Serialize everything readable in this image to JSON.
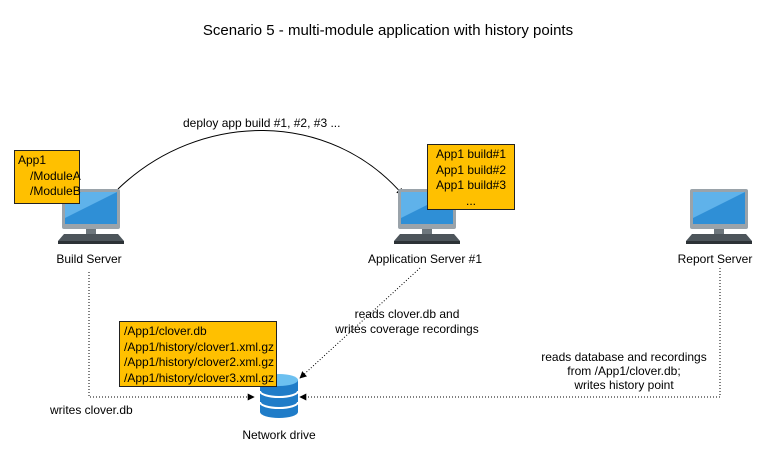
{
  "title": "Scenario 5 - multi-module application with history points",
  "nodes": {
    "build_server": {
      "label": "Build Server",
      "note": [
        "App1",
        "/ModuleA",
        "/ModuleB"
      ]
    },
    "app_server": {
      "label": "Application Server #1",
      "note": [
        "App1 build#1",
        "App1 build#2",
        "App1 build#3",
        "..."
      ]
    },
    "report_server": {
      "label": "Report Server"
    },
    "network_drive": {
      "label": "Network drive",
      "note": [
        "/App1/clover.db",
        "/App1/history/clover1.xml.gz",
        "/App1/history/clover2.xml.gz",
        "/App1/history/clover3.xml.gz"
      ]
    }
  },
  "edges": {
    "deploy": "deploy app build #1, #2, #3 ...",
    "app_to_drive": [
      "reads clover.db and",
      "writes coverage recordings"
    ],
    "build_to_drive": "writes clover.db",
    "report_to_drive": [
      "reads database and recordings",
      "from /App1/clover.db;",
      "writes history point"
    ]
  },
  "colors": {
    "note_fill": "#ffc000",
    "monitor_blue": "#2f8fd6",
    "drive_blue": "#1f7cc8"
  }
}
